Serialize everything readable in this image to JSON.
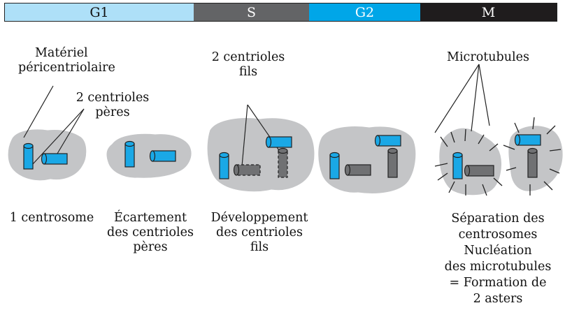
{
  "phase_bar": [
    {
      "label": "G1",
      "color": "#aee0f8",
      "text_color": "#111111"
    },
    {
      "label": "S",
      "color": "#636466",
      "text_color": "#ffffff"
    },
    {
      "label": "G2",
      "color": "#00a6e8",
      "text_color": "#ffffff"
    },
    {
      "label": "M",
      "color": "#1f1c1d",
      "text_color": "#ffffff"
    }
  ],
  "colors": {
    "cytoplasm": "#c4c5c7",
    "mother_centriole": "#1aa8e6",
    "daughter_centriole": "#707173",
    "outline": "#222222"
  },
  "annotations": {
    "pcm_line1": "Matériel",
    "pcm_line2": "péricentriolaire",
    "mothers_line1": "2 centrioles",
    "mothers_line2": "pères",
    "daughters_line1": "2 centrioles",
    "daughters_line2": "fils",
    "microtubules": "Microtubules"
  },
  "stages": [
    {
      "lines": [
        "1 centrosome"
      ]
    },
    {
      "lines": [
        "Écartement",
        "des centrioles",
        "pères"
      ]
    },
    {
      "lines": [
        "Développement",
        "des centrioles",
        "fils"
      ]
    },
    {
      "lines": [
        "Séparation des",
        "centrosomes",
        "Nucléation",
        "des microtubules",
        "= Formation de",
        "2 asters"
      ]
    }
  ]
}
